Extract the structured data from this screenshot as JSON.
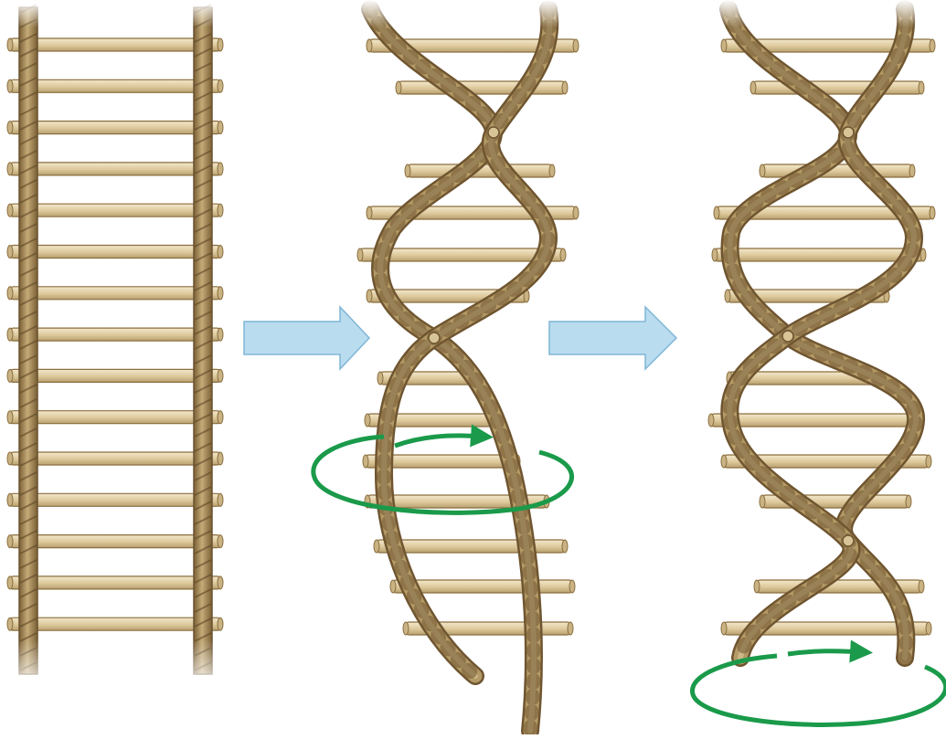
{
  "figure": {
    "panels": [
      {
        "id": "ladder",
        "state": "straight ladder"
      },
      {
        "id": "twisting",
        "state": "partially twisted ladder"
      },
      {
        "id": "double-helix",
        "state": "fully twisted double helix"
      }
    ],
    "arrows": [
      "right-arrow",
      "right-arrow"
    ],
    "rotation_indicators": [
      "rotation-arrow",
      "rotation-arrow"
    ],
    "colors": {
      "rope": "#b39a66",
      "rope_dark": "#6f5530",
      "rung": "#e4d3a9",
      "arrow_fill": "#b9dcef",
      "arrow_stroke": "#7fb6d6",
      "rotation": "#1a9a4a"
    }
  }
}
